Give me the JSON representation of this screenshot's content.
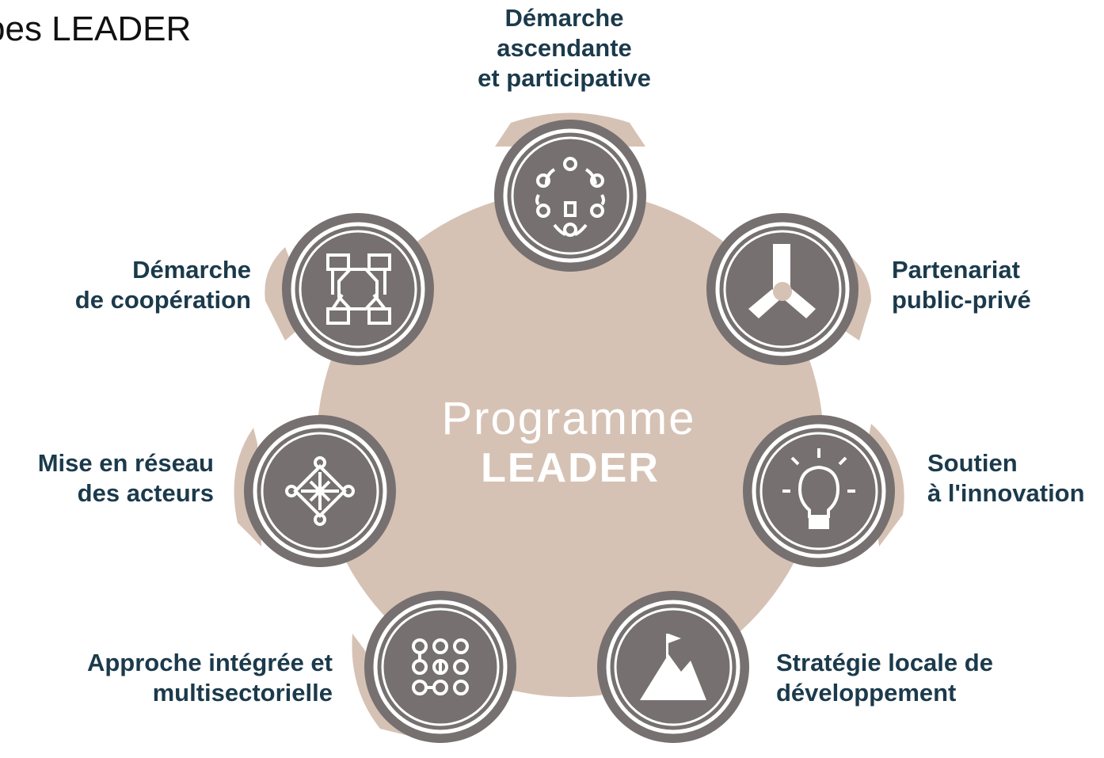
{
  "title": "pes LEADER",
  "center": {
    "line1": "Programme",
    "line2": "LEADER"
  },
  "colors": {
    "wheel": "#d6c2b4",
    "disc": "#767170",
    "ring": "#ffffff",
    "text": "#1b3a4b"
  },
  "principles": [
    {
      "lines": [
        "Démarche",
        "ascendante",
        "et participative"
      ],
      "icon": "participation-icon"
    },
    {
      "lines": [
        "Partenariat",
        "public-privé"
      ],
      "icon": "partnership-hands-icon"
    },
    {
      "lines": [
        "Soutien",
        "à l'innovation"
      ],
      "icon": "lightbulb-icon"
    },
    {
      "lines": [
        "Stratégie locale de",
        "développement"
      ],
      "icon": "mountain-flag-icon"
    },
    {
      "lines": [
        "Approche intégrée et",
        "multisectorielle"
      ],
      "icon": "connected-dots-icon"
    },
    {
      "lines": [
        "Mise en réseau",
        "des acteurs"
      ],
      "icon": "network-knot-icon"
    },
    {
      "lines": [
        "Démarche",
        "de coopération"
      ],
      "icon": "cooperation-hands-icon"
    }
  ]
}
